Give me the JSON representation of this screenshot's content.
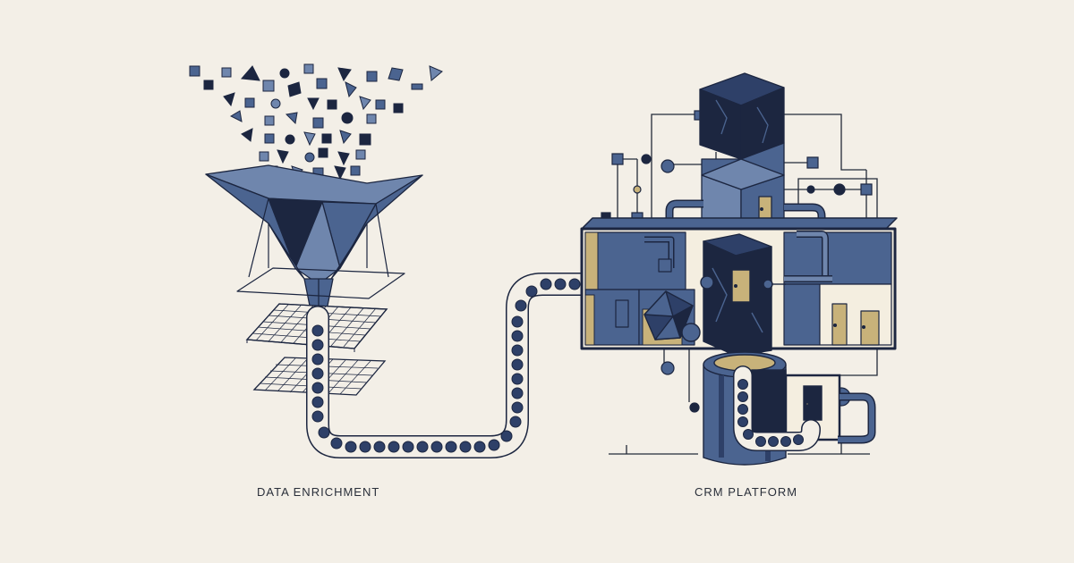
{
  "labels": {
    "left": "DATA ENRICHMENT",
    "right": "CRM PLATFORM"
  },
  "colors": {
    "background": "#f3efe7",
    "navy": "#1c2640",
    "slate": "#4b6490",
    "slate_light": "#6f86ad",
    "gold": "#c8b27a",
    "cream": "#f4eee0",
    "line": "#232a38"
  },
  "stages": [
    {
      "id": "data-enrichment",
      "label_key": "left"
    },
    {
      "id": "crm-platform",
      "label_key": "right"
    }
  ]
}
